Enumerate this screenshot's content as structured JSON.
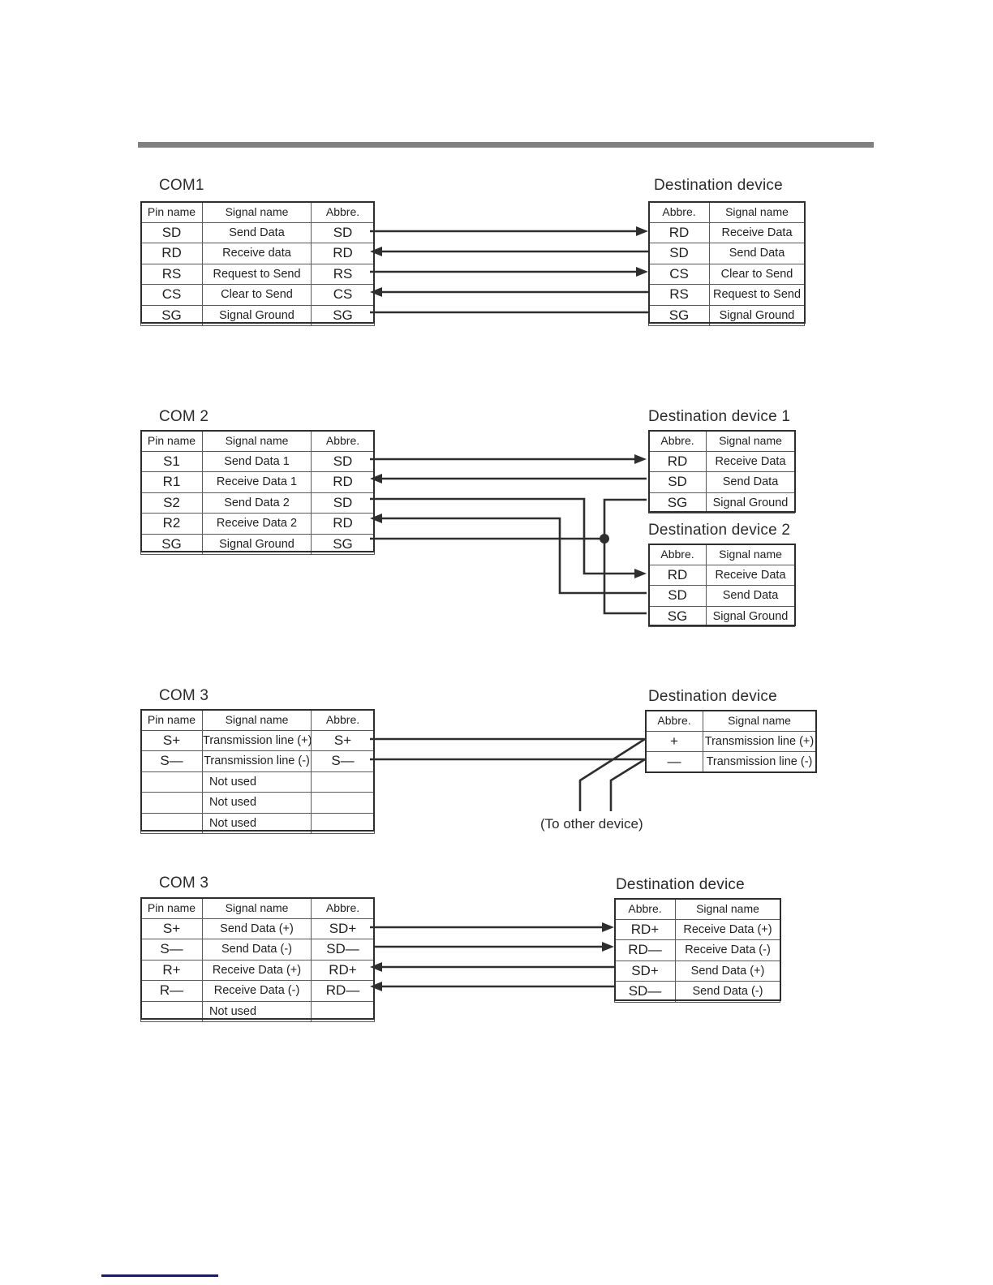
{
  "page": {
    "header_rule_color": "#808080",
    "footer_rule_color": "#1a1a6e"
  },
  "diagrams": [
    {
      "id": "com1",
      "source_caption": "COM1",
      "destination_caption": "Destination device",
      "source_headers": [
        "Pin name",
        "Signal name",
        "Abbre."
      ],
      "source_rows": [
        {
          "pin": "SD",
          "signal": "Send Data",
          "abbr": "SD"
        },
        {
          "pin": "RD",
          "signal": "Receive data",
          "abbr": "RD"
        },
        {
          "pin": "RS",
          "signal": "Request to Send",
          "abbr": "RS"
        },
        {
          "pin": "CS",
          "signal": "Clear to Send",
          "abbr": "CS"
        },
        {
          "pin": "SG",
          "signal": "Signal Ground",
          "abbr": "SG"
        }
      ],
      "destination_headers": [
        "Abbre.",
        "Signal name"
      ],
      "destination_rows": [
        {
          "abbr": "RD",
          "signal": "Receive Data"
        },
        {
          "abbr": "SD",
          "signal": "Send Data"
        },
        {
          "abbr": "CS",
          "signal": "Clear to Send"
        },
        {
          "abbr": "RS",
          "signal": "Request to Send"
        },
        {
          "abbr": "SG",
          "signal": "Signal Ground"
        }
      ],
      "connections": [
        {
          "from": "SD",
          "to": "RD",
          "direction": "right"
        },
        {
          "from": "RD",
          "to": "SD",
          "direction": "left"
        },
        {
          "from": "RS",
          "to": "CS",
          "direction": "right"
        },
        {
          "from": "CS",
          "to": "RS",
          "direction": "left"
        },
        {
          "from": "SG",
          "to": "SG",
          "direction": "none"
        }
      ]
    },
    {
      "id": "com2",
      "source_caption": "COM 2",
      "destination_caption_1": "Destination device 1",
      "destination_caption_2": "Destination device 2",
      "source_headers": [
        "Pin name",
        "Signal name",
        "Abbre."
      ],
      "source_rows": [
        {
          "pin": "S1",
          "signal": "Send Data 1",
          "abbr": "SD"
        },
        {
          "pin": "R1",
          "signal": "Receive Data 1",
          "abbr": "RD"
        },
        {
          "pin": "S2",
          "signal": "Send Data 2",
          "abbr": "SD"
        },
        {
          "pin": "R2",
          "signal": "Receive Data 2",
          "abbr": "RD"
        },
        {
          "pin": "SG",
          "signal": "Signal Ground",
          "abbr": "SG"
        }
      ],
      "destination_headers": [
        "Abbre.",
        "Signal name"
      ],
      "destination1_rows": [
        {
          "abbr": "RD",
          "signal": "Receive Data"
        },
        {
          "abbr": "SD",
          "signal": "Send Data"
        },
        {
          "abbr": "SG",
          "signal": "Signal Ground"
        }
      ],
      "destination2_rows": [
        {
          "abbr": "RD",
          "signal": "Receive Data"
        },
        {
          "abbr": "SD",
          "signal": "Send Data"
        },
        {
          "abbr": "SG",
          "signal": "Signal Ground"
        }
      ],
      "connections": [
        {
          "from": "S1",
          "to": "device1.RD",
          "direction": "right"
        },
        {
          "from": "R1",
          "to": "device1.SD",
          "direction": "left"
        },
        {
          "from": "S2",
          "to": "device2.RD",
          "direction": "right"
        },
        {
          "from": "R2",
          "to": "device2.SD",
          "direction": "left"
        },
        {
          "from": "SG",
          "to": "device1.SG + device2.SG",
          "direction": "none"
        }
      ]
    },
    {
      "id": "com3-2wire",
      "source_caption": "COM 3",
      "destination_caption": "Destination device",
      "source_headers": [
        "Pin name",
        "Signal name",
        "Abbre."
      ],
      "source_rows": [
        {
          "pin": "S+",
          "signal": "Transmission line (+)",
          "abbr": "S+"
        },
        {
          "pin": "S—",
          "signal": "Transmission line (-)",
          "abbr": "S—"
        },
        {
          "pin": "",
          "signal": "Not used",
          "abbr": ""
        },
        {
          "pin": "",
          "signal": "Not used",
          "abbr": ""
        },
        {
          "pin": "",
          "signal": "Not used",
          "abbr": ""
        }
      ],
      "destination_headers": [
        "Abbre.",
        "Signal name"
      ],
      "destination_rows": [
        {
          "abbr": "+",
          "signal": "Transmission line (+)"
        },
        {
          "abbr": "—",
          "signal": "Transmission line (-)"
        }
      ],
      "note": "(To other device)",
      "connections": [
        {
          "from": "S+",
          "to": "+",
          "direction": "none"
        },
        {
          "from": "S—",
          "to": "—",
          "direction": "none"
        }
      ]
    },
    {
      "id": "com3-4wire",
      "source_caption": "COM 3",
      "destination_caption": "Destination device",
      "source_headers": [
        "Pin name",
        "Signal name",
        "Abbre."
      ],
      "source_rows": [
        {
          "pin": "S+",
          "signal": "Send Data (+)",
          "abbr": "SD+"
        },
        {
          "pin": "S—",
          "signal": "Send Data (-)",
          "abbr": "SD—"
        },
        {
          "pin": "R+",
          "signal": "Receive Data (+)",
          "abbr": "RD+"
        },
        {
          "pin": "R—",
          "signal": "Receive Data (-)",
          "abbr": "RD—"
        },
        {
          "pin": "",
          "signal": "Not used",
          "abbr": ""
        }
      ],
      "destination_headers": [
        "Abbre.",
        "Signal name"
      ],
      "destination_rows": [
        {
          "abbr": "RD+",
          "signal": "Receive Data (+)"
        },
        {
          "abbr": "RD—",
          "signal": "Receive Data (-)"
        },
        {
          "abbr": "SD+",
          "signal": "Send Data (+)"
        },
        {
          "abbr": "SD—",
          "signal": "Send Data (-)"
        }
      ],
      "connections": [
        {
          "from": "SD+",
          "to": "RD+",
          "direction": "right"
        },
        {
          "from": "SD—",
          "to": "RD—",
          "direction": "right"
        },
        {
          "from": "RD+",
          "to": "SD+",
          "direction": "left"
        },
        {
          "from": "RD—",
          "to": "SD—",
          "direction": "left"
        }
      ]
    }
  ]
}
